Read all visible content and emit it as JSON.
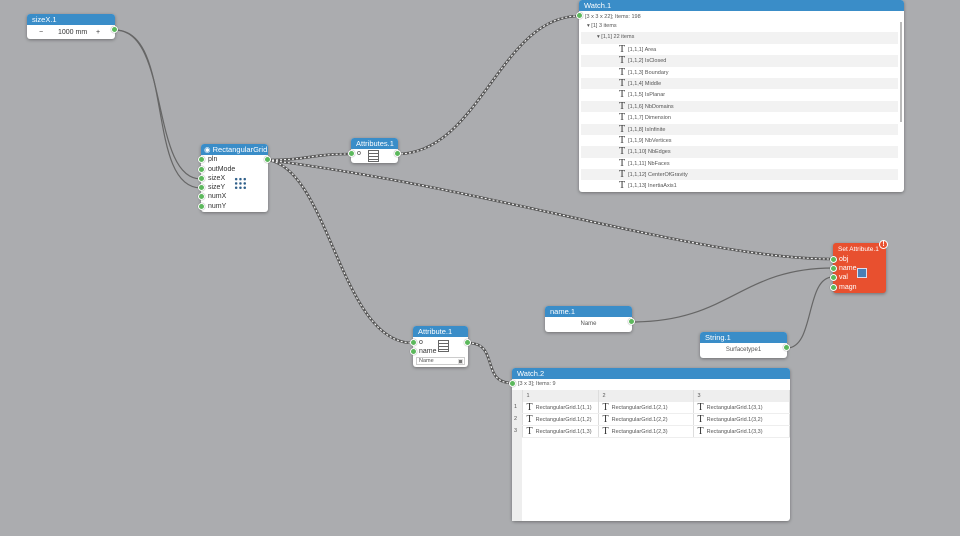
{
  "nodes": {
    "sizeX": {
      "title": "sizeX.1",
      "minus": "−",
      "value": "1000 mm",
      "plus": "+"
    },
    "rectgrid": {
      "title": "RectangularGrid.",
      "inputs": [
        "pln",
        "outMode",
        "sizeX",
        "sizeY",
        "numX",
        "numY"
      ]
    },
    "attributes": {
      "title": "Attributes.1",
      "input": "o"
    },
    "attribute": {
      "title": "Attribute.1",
      "inputs": [
        "o",
        "name"
      ],
      "field": "Name"
    },
    "name": {
      "title": "name.1",
      "value": "Name"
    },
    "string": {
      "title": "String.1",
      "value": "Surfacetype1"
    },
    "setattr": {
      "title": "Set Attribute.1",
      "inputs": [
        "obj",
        "name",
        "val",
        "magn"
      ],
      "warning": "!",
      "color": "#e8502f"
    },
    "watch1": {
      "title": "Watch.1",
      "summary": "[3 x 3 x 22]; Items: 198",
      "level1": "[1] 3 items",
      "level2": "[1,1] 22 items",
      "items": [
        "[1,1,1] Area",
        "[1,1,2] IsClosed",
        "[1,1,3] Boundary",
        "[1,1,4] Middle",
        "[1,1,5] IsPlanar",
        "[1,1,6] NbDomains",
        "[1,1,7] Dimension",
        "[1,1,8] IsInfinite",
        "[1,1,9] NbVertices",
        "[1,1,10] NbEdges",
        "[1,1,11] NbFaces",
        "[1,1,12] CenterOfGravity",
        "[1,1,13] InertiaAxis1"
      ]
    },
    "watch2": {
      "title": "Watch.2",
      "summary": "[3 x 3]; Items: 9",
      "columns": [
        "1",
        "2",
        "3"
      ],
      "row_labels": [
        "1",
        "2",
        "3"
      ],
      "rows": [
        [
          "RectangularGrid.1(1,1)",
          "RectangularGrid.1(2,1)",
          "RectangularGrid.1(3,1)"
        ],
        [
          "RectangularGrid.1(1,2)",
          "RectangularGrid.1(2,2)",
          "RectangularGrid.1(3,2)"
        ],
        [
          "RectangularGrid.1(1,3)",
          "RectangularGrid.1(2,3)",
          "RectangularGrid.1(3,3)"
        ]
      ]
    }
  },
  "accent": "#3a8dc8"
}
